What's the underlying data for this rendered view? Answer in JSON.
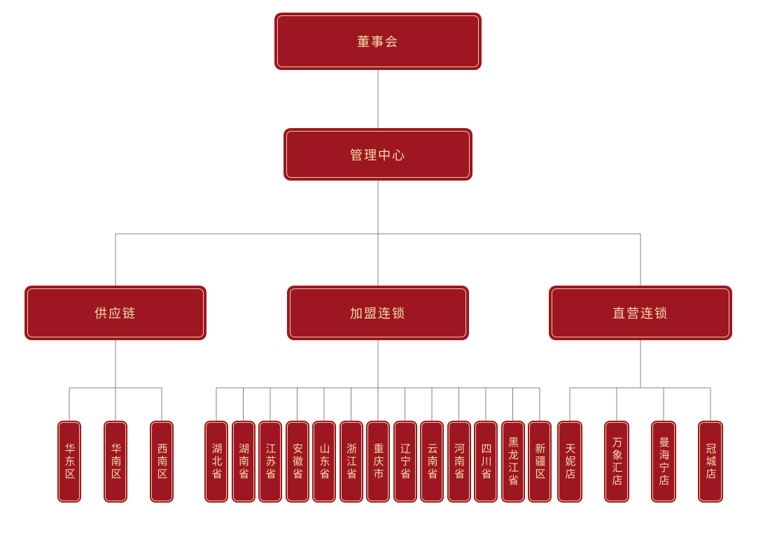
{
  "palette": {
    "box_fill": "#9E1621",
    "box_border_gold": "#E6CE9A",
    "text_gold": "#F0DCA6",
    "line_gray": "#808080"
  },
  "org_chart": {
    "root": {
      "label": "董事会"
    },
    "level2": {
      "label": "管理中心"
    },
    "branches": [
      {
        "label": "供应链",
        "children": [
          "华东区",
          "华南区",
          "西南区"
        ]
      },
      {
        "label": "加盟连锁",
        "children": [
          "湖北省",
          "湖南省",
          "江苏省",
          "安徽省",
          "山东省",
          "浙江省",
          "重庆市",
          "辽宁省",
          "云南省",
          "河南省",
          "四川省",
          "黑龙江省",
          "新疆区"
        ]
      },
      {
        "label": "直营连锁",
        "children": [
          "天妮店",
          "万象汇店",
          "曼海宁店",
          "冠城店"
        ]
      }
    ]
  }
}
